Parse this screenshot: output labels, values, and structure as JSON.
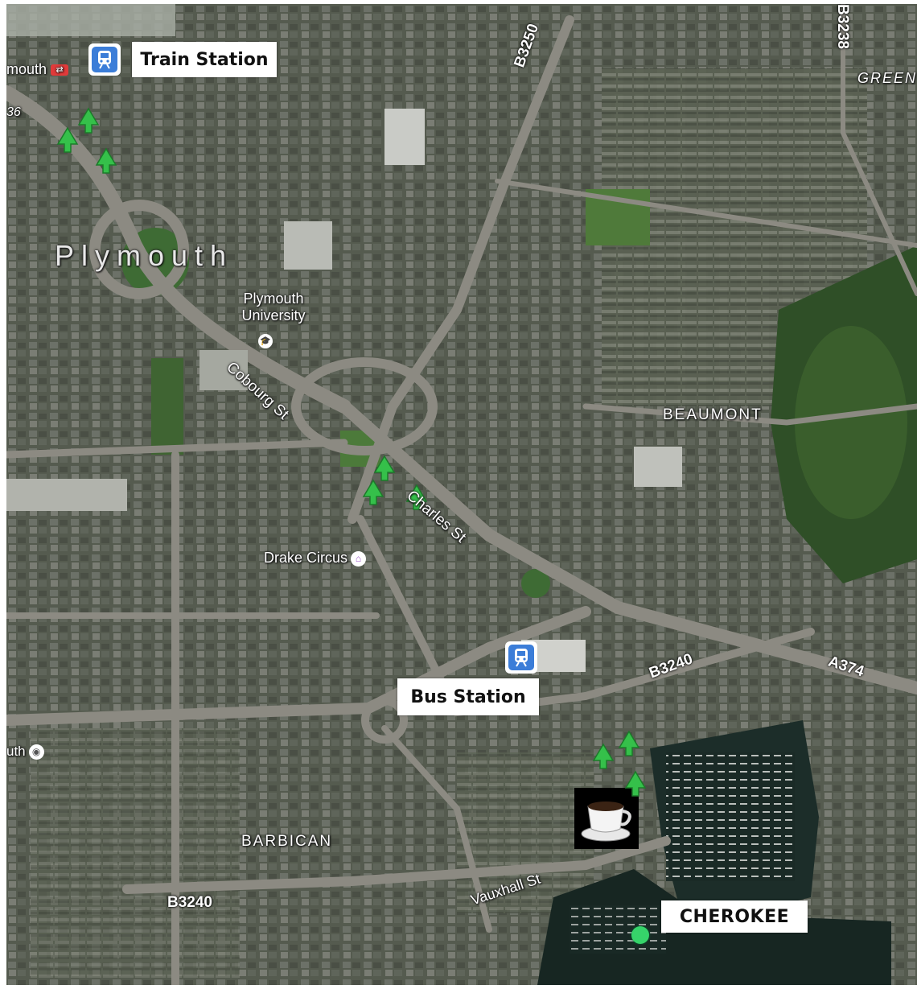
{
  "labels": {
    "train_station": "Train Station",
    "bus_station": "Bus Station",
    "cherokee": "CHEROKEE",
    "plymouth": "Plymouth",
    "plymouth_university": "Plymouth University",
    "cobourg_st": "Cobourg St",
    "charles_st": "Charles St",
    "drake_circus": "Drake Circus",
    "beaumont": "BEAUMONT",
    "barbican": "BARBICAN",
    "vauxhall_st": "Vauxhall St",
    "plymouth_rail_partial": "mouth",
    "plymouth_left_partial": "uth",
    "greenbank_partial": "GREEN",
    "edge_partial": "36"
  },
  "roads": {
    "b3250": "B3250",
    "b3238": "B3238",
    "b3240_east": "B3240",
    "b3240_west": "B3240",
    "a374": "A374"
  },
  "icons": {
    "train_station": "train-icon",
    "bus_station": "train-icon",
    "cafe": "coffee-cup-icon",
    "trees": "tree-icon",
    "destination": "green-dot-marker",
    "rail": "national-rail-icon",
    "poi": "shopping-bag-icon"
  },
  "colors": {
    "water": "#1a2a26",
    "park": "#3e6b34",
    "tree_marker": "#35c04a",
    "destination": "#36d46a",
    "transit_blue": "#3b7dd8"
  }
}
